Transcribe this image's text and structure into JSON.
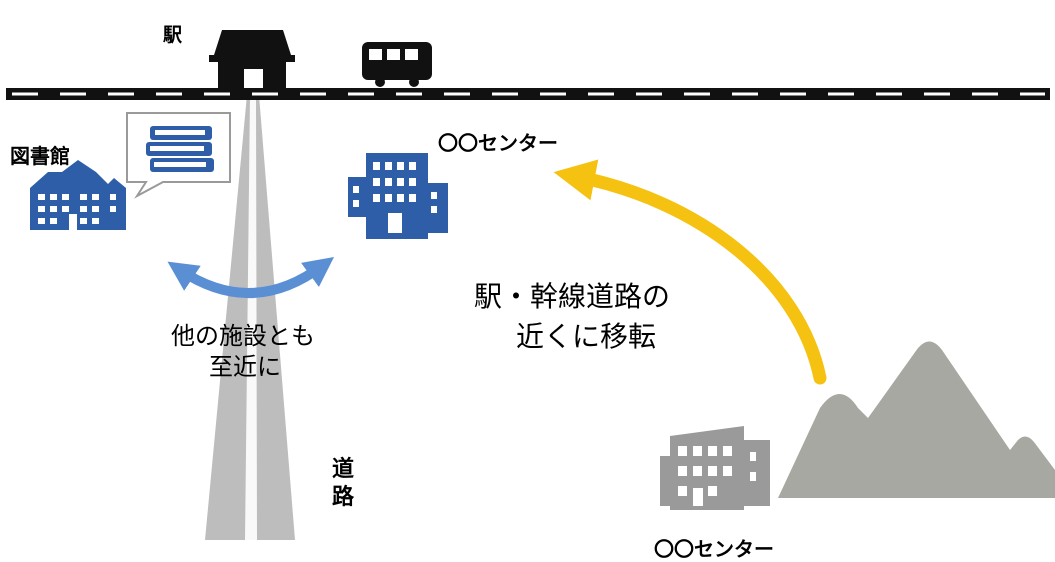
{
  "labels": {
    "station": "駅",
    "library": "図書館",
    "center_new": "〇〇センター",
    "center_old": "〇〇センター",
    "road_chars": [
      "道",
      "路"
    ]
  },
  "move_note": {
    "line1": "駅・幹線道路の",
    "line2": "近くに移転"
  },
  "proximity_note": {
    "line1": "他の施設とも",
    "line2": "至近に"
  },
  "colors": {
    "rail": "#111111",
    "building_blue": "#2f5ea8",
    "building_gray": "#9a9a9a",
    "mountain": "#a8a8a2",
    "road": "#bdbdbd",
    "arrow_yellow": "#f5c211",
    "arrow_blue": "#5b8fd4"
  },
  "icons": [
    "station-icon",
    "train-icon",
    "books-icon",
    "library-building-icon",
    "office-building-icon",
    "old-building-icon",
    "mountain-icon"
  ]
}
